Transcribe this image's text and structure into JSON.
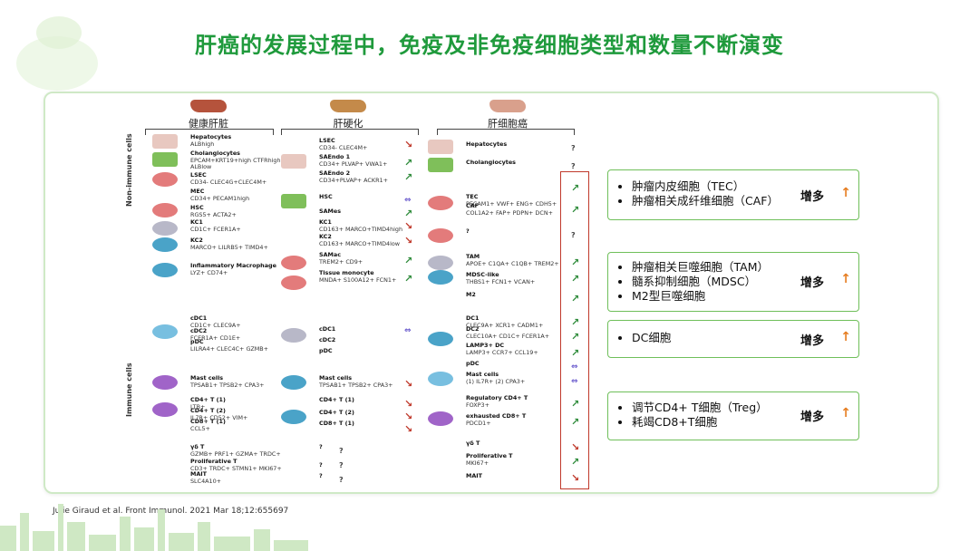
{
  "title": "肝癌的发展过程中，免疫及非免疫细胞类型和数量不断演变",
  "stages": [
    "健康肝脏",
    "肝硬化",
    "肝细胞癌"
  ],
  "section_labels": {
    "non_immune": "Non-immune cells",
    "immune": "Immune cells"
  },
  "healthy": [
    {
      "name": "Hepatocytes",
      "markers": "ALBhigh"
    },
    {
      "name": "Cholangiocytes",
      "markers": "EPCAM+KRT19+high CTFRhigh ALBlow"
    },
    {
      "name": "LSEC",
      "markers": "CD34- CLEC4G+CLEC4M+"
    },
    {
      "name": "MEC",
      "markers": "CD34+ PECAM1high"
    },
    {
      "name": "HSC",
      "markers": "RGS5+ ACTA2+"
    },
    {
      "name": "KC1",
      "markers": "CD1C+ FCER1A+"
    },
    {
      "name": "KC2",
      "markers": "MARCO+ LILRB5+ TIMD4+"
    },
    {
      "name": "Inflammatory Macrophage",
      "markers": "LYZ+ CD74+"
    },
    {
      "name": "cDC1",
      "markers": "CD1C+ CLEC9A+"
    },
    {
      "name": "cDC2",
      "markers": "FCER1A+ CD1E+"
    },
    {
      "name": "pDC",
      "markers": "LILRA4+ CLEC4C+ GZMB+"
    },
    {
      "name": "Mast cells",
      "markers": "TPSAB1+ TPSB2+ CPA3+"
    },
    {
      "name": "CD4+ T (1)",
      "markers": "LTB+"
    },
    {
      "name": "CD4+ T (2)",
      "markers": "IL7R+ CD52+ VIM+"
    },
    {
      "name": "CD8+ T (1)",
      "markers": "CCL5+"
    },
    {
      "name": "γδ T",
      "markers": "GZMB+ PRF1+ GZMA+ TRDC+"
    },
    {
      "name": "Proliferative T",
      "markers": "CD3+ TRDC+ STMN1+ MKI67+"
    },
    {
      "name": "MAIT",
      "markers": "SLC4A10+"
    }
  ],
  "cirrhosis": [
    {
      "name": "LSEC",
      "markers": "CD34- CLEC4M+"
    },
    {
      "name": "SAEndo 1",
      "markers": "CD34+ PLVAP+ VWA1+"
    },
    {
      "name": "SAEndo 2",
      "markers": "CD34+PLVAP+ ACKR1+"
    },
    {
      "name": "HSC",
      "markers": ""
    },
    {
      "name": "SAMes",
      "markers": ""
    },
    {
      "name": "KC1",
      "markers": "CD163+ MARCO+TIMD4high"
    },
    {
      "name": "KC2",
      "markers": "CD163+ MARCO+TIMD4low"
    },
    {
      "name": "SAMac",
      "markers": "TREM2+ CD9+"
    },
    {
      "name": "Tissue monocyte",
      "markers": "MNDA+ S100A12+ FCN1+"
    },
    {
      "name": "cDC1",
      "markers": ""
    },
    {
      "name": "cDC2",
      "markers": ""
    },
    {
      "name": "pDC",
      "markers": ""
    },
    {
      "name": "Mast cells",
      "markers": "TPSAB1+ TPSB2+ CPA3+"
    },
    {
      "name": "CD4+ T (1)",
      "markers": ""
    },
    {
      "name": "CD4+ T (2)",
      "markers": ""
    },
    {
      "name": "CD8+ T (1)",
      "markers": ""
    },
    {
      "name": "?",
      "markers": ""
    },
    {
      "name": "?",
      "markers": ""
    },
    {
      "name": "?",
      "markers": ""
    }
  ],
  "hcc": [
    {
      "name": "Hepatocytes",
      "markers": ""
    },
    {
      "name": "Cholangiocytes",
      "markers": ""
    },
    {
      "name": "TEC",
      "markers": "PECAM1+ VWF+ ENG+ CDH5+"
    },
    {
      "name": "CAF",
      "markers": "COL1A2+ FAP+ PDPN+ DCN+"
    },
    {
      "name": "?",
      "markers": ""
    },
    {
      "name": "TAM",
      "markers": "APOE+ C1QA+ C1QB+ TREM2+"
    },
    {
      "name": "MDSC-like",
      "markers": "THBS1+ FCN1+ VCAN+"
    },
    {
      "name": "M2",
      "markers": ""
    },
    {
      "name": "DC1",
      "markers": "CLEC9A+ XCR1+ CADM1+"
    },
    {
      "name": "DC2",
      "markers": "CLEC10A+ CD1C+ FCER1A+"
    },
    {
      "name": "LAMP3+ DC",
      "markers": "LAMP3+ CCR7+ CCL19+"
    },
    {
      "name": "pDC",
      "markers": ""
    },
    {
      "name": "Mast cells",
      "markers": "(1) IL7R+ (2) CPA3+"
    },
    {
      "name": "Regulatory CD4+ T",
      "markers": "FOXP3+"
    },
    {
      "name": "exhausted CD8+ T",
      "markers": "PDCD1+"
    },
    {
      "name": "γδ T",
      "markers": ""
    },
    {
      "name": "Proliferative T",
      "markers": "MKI67+"
    },
    {
      "name": "MAIT",
      "markers": ""
    }
  ],
  "symbols": {
    "up": "↗",
    "down": "↘",
    "same": "⇔",
    "unknown": "?"
  },
  "info_boxes": [
    {
      "items": [
        "肿瘤内皮细胞（TEC）",
        "肿瘤相关成纤维细胞（CAF）"
      ],
      "tag": "增多",
      "arrow": "↑"
    },
    {
      "items": [
        "肿瘤相关巨噬细胞（TAM）",
        "髓系抑制细胞（MDSC）",
        "M2型巨噬细胞"
      ],
      "tag": "增多",
      "arrow": "↑"
    },
    {
      "items": [
        "DC细胞"
      ],
      "tag": "增多",
      "arrow": "↑"
    },
    {
      "items": [
        "调节CD4+ T细胞（Treg）",
        "耗竭CD8+T细胞"
      ],
      "tag": "增多",
      "arrow": "↑"
    }
  ],
  "citation": "Julie Giraud et al. Front Immunol. 2021 Mar 18;12:655697",
  "colors": {
    "title": "#1f9a3c",
    "box_border": "#6fbf5a",
    "red_box": "#c0392b",
    "up": "#2e8b3a",
    "down": "#c0392b",
    "accent_arrow": "#e67e22"
  }
}
